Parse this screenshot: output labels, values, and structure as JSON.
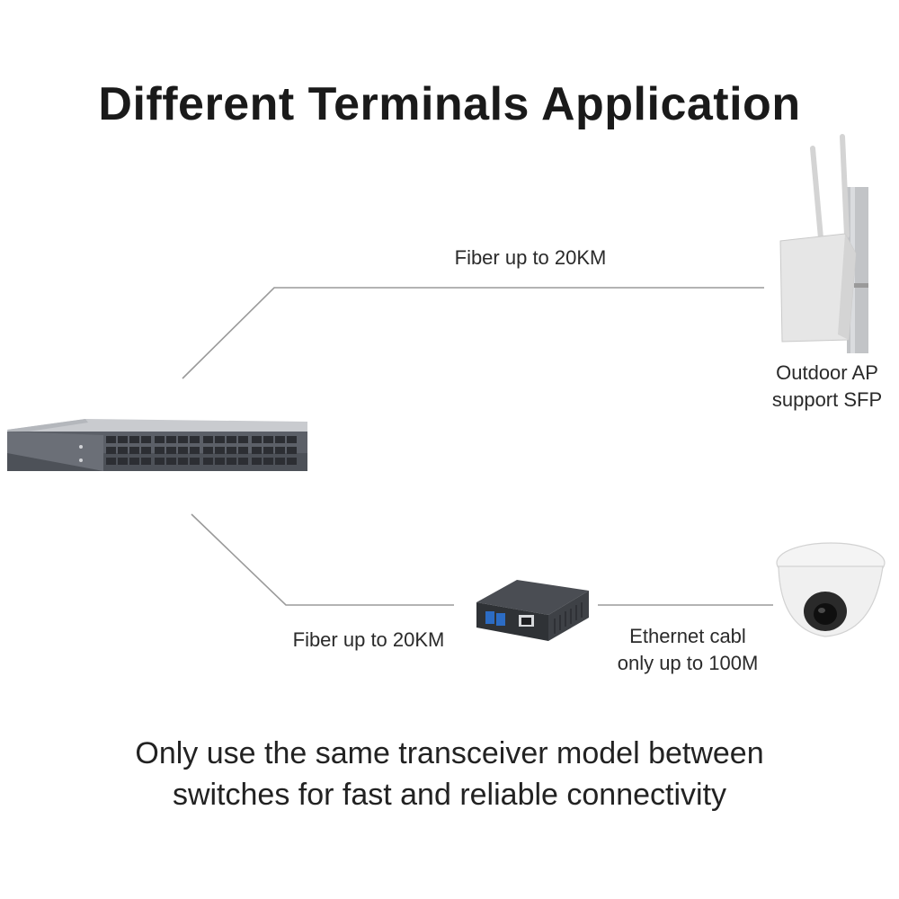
{
  "title": "Different Terminals Application",
  "links": {
    "top_fiber": "Fiber up to 20KM",
    "bottom_fiber": "Fiber up to 20KM",
    "ethernet_line1": "Ethernet cabl",
    "ethernet_line2": "only up to 100M"
  },
  "devices": {
    "ap_line1": "Outdoor AP",
    "ap_line2": "support SFP"
  },
  "footer": {
    "line1": "Only use the same transceiver model between",
    "line2": "switches for fast and reliable connectivity"
  },
  "colors": {
    "line": "#9a9a9a",
    "switch_body": "#5c6068",
    "switch_top": "#c9cbcf",
    "converter": "#3a3d42",
    "ap_body": "#e6e6e6",
    "camera": "#f2f2f2"
  }
}
